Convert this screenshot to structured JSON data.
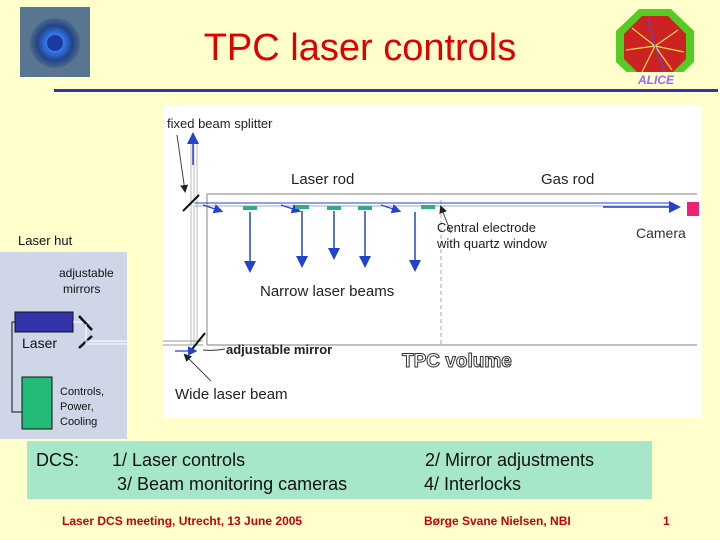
{
  "slide": {
    "title": "TPC laser controls",
    "colors": {
      "background": "#ffffcc",
      "title": "#e00000",
      "rule": "#3333aa",
      "beam": "#2244cc",
      "green_box": "#a6e7c9"
    }
  },
  "diagram": {
    "labels": {
      "fixed_beam_splitter": "fixed beam splitter",
      "laser_rod": "Laser rod",
      "gas_rod": "Gas rod",
      "central_electrode_1": "Central electrode",
      "central_electrode_2": "with quartz window",
      "camera": "Camera",
      "narrow_beams": "Narrow laser beams",
      "adjustable_mirror": "adjustable mirror",
      "tpc_volume": "TPC volume",
      "wide_beam": "Wide laser beam"
    }
  },
  "hut": {
    "title": "Laser hut",
    "mirrors_1": "adjustable",
    "mirrors_2": "mirrors",
    "laser": "Laser",
    "controls_1": "Controls,",
    "controls_2": "Power,",
    "controls_3": "Cooling"
  },
  "dcs": {
    "label": "DCS:",
    "item1": "1/ Laser controls",
    "item2": "2/ Mirror adjustments",
    "item3": "3/ Beam monitoring cameras",
    "item4": "4/ Interlocks"
  },
  "footer": {
    "event": "Laser DCS meeting, Utrecht, 13 June 2005",
    "author": "Børge Svane Nielsen, NBI",
    "page": "1"
  }
}
